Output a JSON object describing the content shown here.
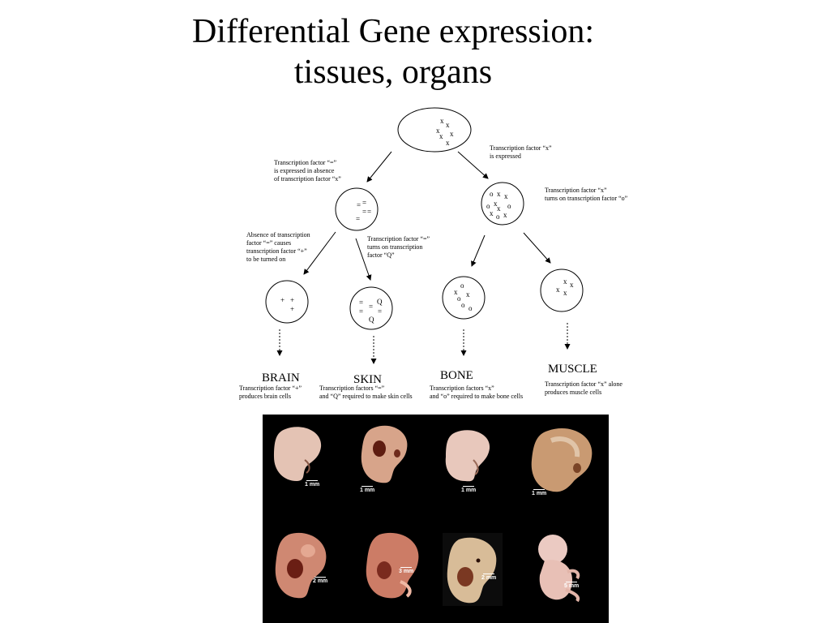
{
  "title_line1": "Differential Gene expression:",
  "title_line2": "tissues, organs",
  "notes": {
    "right_top": [
      "Transcription factor “x”",
      "is expressed"
    ],
    "left_top": [
      "Transcription factor “=”",
      "is expressed in absence",
      "of transcription factor “x”"
    ],
    "right_mid": [
      "Transcription factor “x”",
      "turns on transcription factor “o”"
    ],
    "left_mid": [
      "Absence of transcription",
      "factor “=” causes",
      "transcription factor “+”",
      "to be turned on"
    ],
    "center_mid": [
      "Transcription factor “=”",
      "turns on transcription",
      "factor “Q”"
    ],
    "brain_desc": [
      "Transcription factor “+”",
      "produces brain cells"
    ],
    "skin_desc": [
      "Transcription factors “=”",
      "and “Q” required to make skin cells"
    ],
    "bone_desc": [
      "Transcription factors “x”",
      "and “o” required to make bone cells"
    ],
    "muscle_desc": [
      "Transcription factor “x” alone",
      "produces muscle cells"
    ]
  },
  "tissues": {
    "brain": "BRAIN",
    "skin": "SKIN",
    "bone": "BONE",
    "muscle": "MUSCLE"
  },
  "cell_symbols": {
    "root": [
      "x",
      "x",
      "x",
      "x",
      "x",
      "x"
    ],
    "eq_cell": [
      "=",
      "=",
      "=",
      "=",
      "="
    ],
    "xo_cell": [
      "o",
      "x",
      "x",
      "o",
      "x",
      "x",
      "o",
      "x",
      "o",
      "x"
    ],
    "brain_cell": [
      "+",
      "+",
      "+"
    ],
    "skin_cell": [
      "=",
      "Q",
      "=",
      "=",
      "=",
      "Q"
    ],
    "bone_cell": [
      "o",
      "x",
      "x",
      "o",
      "o",
      "o"
    ],
    "muscle_cell": [
      "x",
      "x",
      "x",
      "x"
    ]
  },
  "scale_labels": [
    "1 mm",
    "1 mm",
    "1 mm",
    "1 mm",
    "2 mm",
    "3 mm",
    "2 mm",
    "5 mm"
  ],
  "colors": {
    "panel_bg": "#000000",
    "embryo_light": "#e9c9b8",
    "embryo_mid": "#c98668",
    "embryo_dark": "#6e2a1c"
  }
}
